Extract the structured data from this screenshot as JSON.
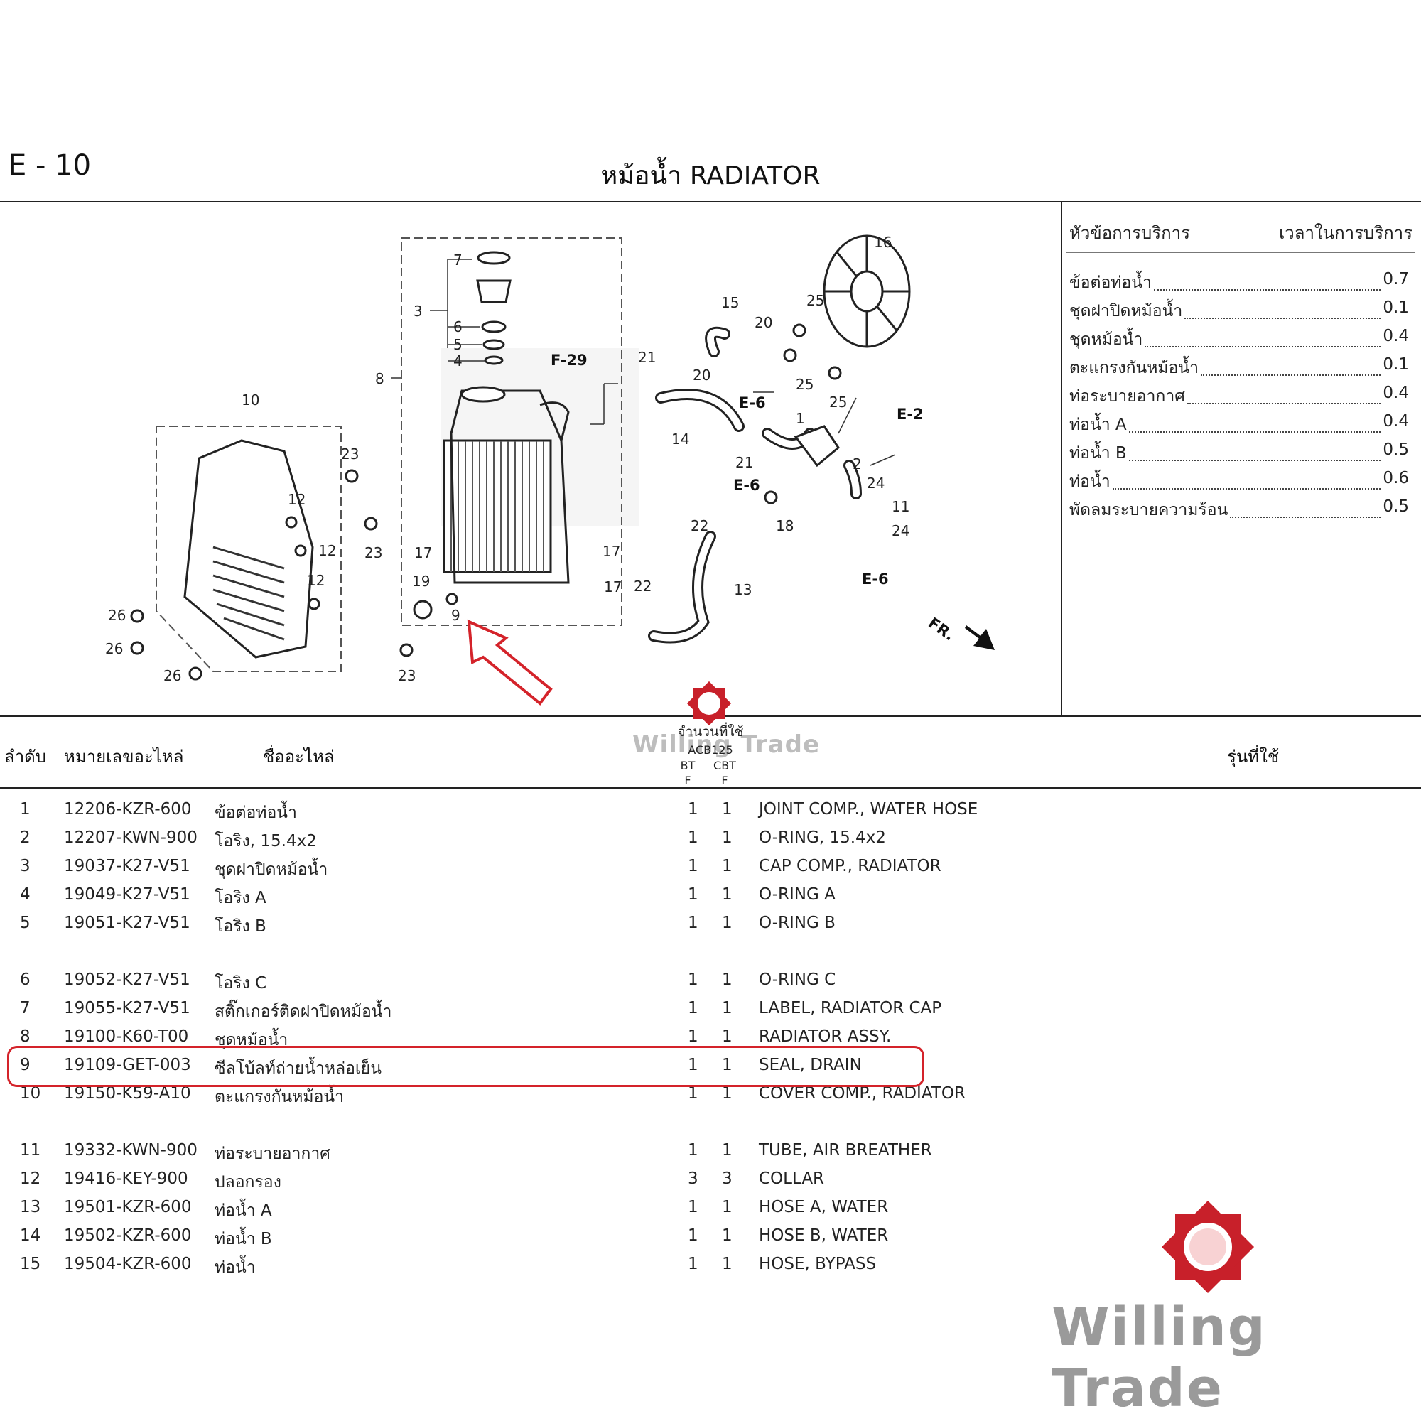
{
  "header": {
    "page_code": "E - 10",
    "title": "หม้อน้ำ  RADIATOR"
  },
  "service": {
    "header_left": "หัวข้อการบริการ",
    "header_right": "เวลาในการบริการ",
    "items": [
      {
        "label": "ข้อต่อท่อน้ำ",
        "value": "0.7"
      },
      {
        "label": "ชุดฝาปิดหม้อน้ำ",
        "value": "0.1"
      },
      {
        "label": "ชุดหม้อน้ำ",
        "value": "0.4"
      },
      {
        "label": "ตะแกรงกันหม้อน้ำ",
        "value": "0.1"
      },
      {
        "label": "ท่อระบายอากาศ",
        "value": "0.4"
      },
      {
        "label": "ท่อน้ำ A",
        "value": "0.4"
      },
      {
        "label": "ท่อน้ำ B",
        "value": "0.5"
      },
      {
        "label": "ท่อน้ำ",
        "value": "0.6"
      },
      {
        "label": "พัดลมระบายความร้อน",
        "value": "0.5"
      }
    ]
  },
  "diagram": {
    "callouts": {
      "n1": "1",
      "n2": "2",
      "n3": "3",
      "n4": "4",
      "n5": "5",
      "n6": "6",
      "n7": "7",
      "n8": "8",
      "n9": "9",
      "n10": "10",
      "n11": "11",
      "n12": "12",
      "n13": "13",
      "n14": "14",
      "n15": "15",
      "n16": "16",
      "n17": "17",
      "n18": "18",
      "n19": "19",
      "n20": "20",
      "n21": "21",
      "n22": "22",
      "n23": "23",
      "n24": "24",
      "n25": "25",
      "n26": "26"
    },
    "refs": {
      "f29": "F-29",
      "e2": "E-2",
      "e6": "E-6"
    },
    "front_label": "FR."
  },
  "table": {
    "col_no": "ลำดับ",
    "col_part_number": "หมายเลขอะไหล่",
    "col_part_name": "ชื่ออะไหล่",
    "col_qty": "จำนวนที่ใช้",
    "col_model": "รุ่นที่ใช้",
    "qty_model": "ACB125",
    "qty_sub1": "BT",
    "qty_sub2": "CBT",
    "qty_sub1b": "F",
    "qty_sub2b": "F",
    "rows": [
      {
        "no": "1",
        "part": "12206-KZR-600",
        "th": "ข้อต่อท่อน้ำ",
        "q1": "1",
        "q2": "1",
        "en": "JOINT COMP., WATER HOSE"
      },
      {
        "no": "2",
        "part": "12207-KWN-900",
        "th": "โอริง, 15.4x2",
        "q1": "1",
        "q2": "1",
        "en": "O-RING, 15.4x2"
      },
      {
        "no": "3",
        "part": "19037-K27-V51",
        "th": "ชุดฝาปิดหม้อน้ำ",
        "q1": "1",
        "q2": "1",
        "en": "CAP COMP., RADIATOR"
      },
      {
        "no": "4",
        "part": "19049-K27-V51",
        "th": "โอริง A",
        "q1": "1",
        "q2": "1",
        "en": "O-RING A"
      },
      {
        "no": "5",
        "part": "19051-K27-V51",
        "th": "โอริง B",
        "q1": "1",
        "q2": "1",
        "en": "O-RING B"
      },
      {
        "no": "6",
        "part": "19052-K27-V51",
        "th": "โอริง C",
        "q1": "1",
        "q2": "1",
        "en": "O-RING C"
      },
      {
        "no": "7",
        "part": "19055-K27-V51",
        "th": "สติ๊กเกอร์ติดฝาปิดหม้อน้ำ",
        "q1": "1",
        "q2": "1",
        "en": "LABEL, RADIATOR CAP"
      },
      {
        "no": "8",
        "part": "19100-K60-T00",
        "th": "ชุดหม้อน้ำ",
        "q1": "1",
        "q2": "1",
        "en": "RADIATOR ASSY."
      },
      {
        "no": "9",
        "part": "19109-GET-003",
        "th": "ซีลโบ้ลท์ถ่ายน้ำหล่อเย็น",
        "q1": "1",
        "q2": "1",
        "en": "SEAL, DRAIN"
      },
      {
        "no": "10",
        "part": "19150-K59-A10",
        "th": "ตะแกรงกันหม้อน้ำ",
        "q1": "1",
        "q2": "1",
        "en": "COVER COMP., RADIATOR"
      },
      {
        "no": "11",
        "part": "19332-KWN-900",
        "th": "ท่อระบายอากาศ",
        "q1": "1",
        "q2": "1",
        "en": "TUBE, AIR BREATHER"
      },
      {
        "no": "12",
        "part": "19416-KEY-900",
        "th": "ปลอกรอง",
        "q1": "3",
        "q2": "3",
        "en": "COLLAR"
      },
      {
        "no": "13",
        "part": "19501-KZR-600",
        "th": "ท่อน้ำ A",
        "q1": "1",
        "q2": "1",
        "en": "HOSE A, WATER"
      },
      {
        "no": "14",
        "part": "19502-KZR-600",
        "th": "ท่อน้ำ B",
        "q1": "1",
        "q2": "1",
        "en": "HOSE B, WATER"
      },
      {
        "no": "15",
        "part": "19504-KZR-600",
        "th": "ท่อน้ำ",
        "q1": "1",
        "q2": "1",
        "en": "HOSE, BYPASS"
      }
    ]
  },
  "watermark": {
    "text": "Willing Trade"
  },
  "colors": {
    "accent_red": "#d4232a",
    "watermark_gray": "#9a9a9a",
    "line": "#222222"
  }
}
